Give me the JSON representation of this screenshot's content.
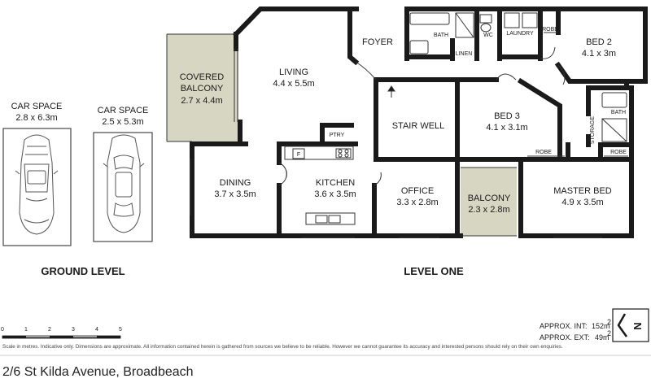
{
  "rooms": {
    "covered_balcony": {
      "name_line1": "COVERED",
      "name_line2": "BALCONY",
      "size": "2.7 x 4.4m"
    },
    "living": {
      "name": "LIVING",
      "size": "4.4 x 5.5m"
    },
    "foyer": {
      "name": "FOYER"
    },
    "bath_upper": {
      "name": "BATH"
    },
    "linen": {
      "name": "LINEN"
    },
    "wc": {
      "name": "WC"
    },
    "laundry": {
      "name": "LAUNDRY"
    },
    "robe_bed2": {
      "name": "ROBE"
    },
    "bed2": {
      "name": "BED 2",
      "size": "4.1 x 3m"
    },
    "stair_well": {
      "name": "STAIR WELL"
    },
    "bed3": {
      "name": "BED 3",
      "size": "4.1 x 3.1m"
    },
    "bath_ensuite": {
      "name": "BATH"
    },
    "storage": {
      "name": "STORAGE"
    },
    "robe_master_left": {
      "name": "ROBE"
    },
    "robe_master_right": {
      "name": "ROBE"
    },
    "pantry": {
      "name": "PTRY"
    },
    "fridge": {
      "name": "F"
    },
    "dining": {
      "name": "DINING",
      "size": "3.7 x 3.5m"
    },
    "kitchen": {
      "name": "KITCHEN",
      "size": "3.6 x 3.5m"
    },
    "office": {
      "name": "OFFICE",
      "size": "3.3 x 2.8m"
    },
    "balcony": {
      "name": "BALCONY",
      "size": "2.3 x 2.8m"
    },
    "master_bed": {
      "name": "MASTER BED",
      "size": "4.9 x 3.5m"
    }
  },
  "car_spaces": [
    {
      "name": "CAR SPACE",
      "size": "2.8 x 6.3m"
    },
    {
      "name": "CAR SPACE",
      "size": "2.5 x 5.3m"
    }
  ],
  "levels": {
    "ground": "GROUND LEVEL",
    "one": "LEVEL ONE"
  },
  "scale": {
    "ticks": [
      "0",
      "1",
      "2",
      "3",
      "4",
      "5"
    ]
  },
  "areas": {
    "int_label": "APPROX. INT:",
    "int_value": "152m",
    "int_sup": "2",
    "ext_label": "APPROX. EXT:",
    "ext_value": "49m",
    "ext_sup": "2"
  },
  "north_label": "N",
  "disclaimer": "Scale in metres. Indicative only. Dimensions are approximate. All information contained herein is gathered from sources we believe to be reliable. However we cannot guarantee its accuracy and interested persons should rely on their own enquiries.",
  "address": "2/6 St Kilda Avenue, Broadbeach",
  "colors": {
    "wall": "#1a1a1a",
    "balcony_fill": "#d6d6c2",
    "car_outline": "#555555"
  }
}
